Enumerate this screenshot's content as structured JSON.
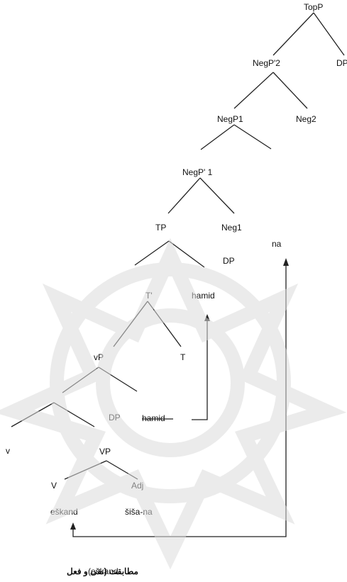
{
  "tree": {
    "nodes": {
      "topp": "TopP",
      "dp_top": "DP",
      "negp_bar2": "NegP'2",
      "negp1": "NegP1",
      "neg2": "Neg2",
      "negp_bar1": "NegP' 1",
      "tp": "TP",
      "neg1": "Neg1",
      "na": "na",
      "dp_tp": "DP",
      "t_bar": "T'",
      "hamid_moved": "hamid",
      "vp_small": "vP",
      "t_head": "T",
      "dp_vp": "DP",
      "hamid_trace": "hamid",
      "v_small": "v",
      "vp_big": "VP",
      "v_big": "V",
      "adj": "Adj",
      "verb_form": "eškand",
      "object_form": "šiša-na"
    }
  },
  "caption": {
    "rtl": "مطابقت (نفی و فعل",
    "ltr": "(eškand"
  },
  "colors": {
    "ink": "#222222",
    "watermark": "#d8d8d8"
  }
}
